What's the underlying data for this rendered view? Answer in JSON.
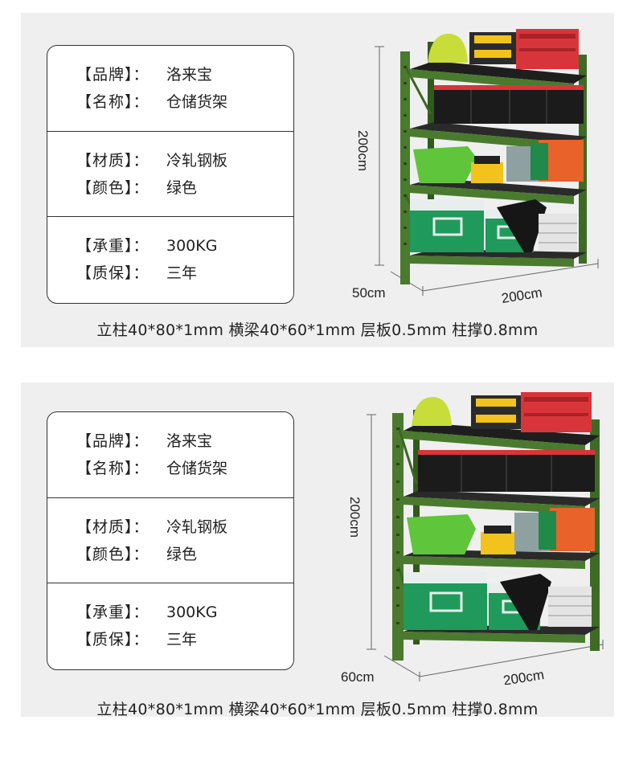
{
  "panels": [
    {
      "spec_groups": [
        {
          "rows": [
            {
              "key": "【品牌】：",
              "value": "洛来宝"
            },
            {
              "key": "【名称】：",
              "value": "仓储货架"
            }
          ]
        },
        {
          "rows": [
            {
              "key": "【材质】：",
              "value": "冷轧钢板"
            },
            {
              "key": "【颜色】：",
              "value": "绿色"
            }
          ]
        },
        {
          "rows": [
            {
              "key": "【承重】：",
              "value": "300KG"
            },
            {
              "key": "【质保】：",
              "value": "三年"
            }
          ]
        }
      ],
      "dimensions": {
        "height": "200cm",
        "depth": "50cm",
        "width": "200cm"
      },
      "footer": "立柱40*80*1mm 横梁40*60*1mm 层板0.5mm  柱撑0.8mm"
    },
    {
      "spec_groups": [
        {
          "rows": [
            {
              "key": "【品牌】：",
              "value": "洛来宝"
            },
            {
              "key": "【名称】：",
              "value": "仓储货架"
            }
          ]
        },
        {
          "rows": [
            {
              "key": "【材质】：",
              "value": "冷轧钢板"
            },
            {
              "key": "【颜色】：",
              "value": "绿色"
            }
          ]
        },
        {
          "rows": [
            {
              "key": "【承重】：",
              "value": "300KG"
            },
            {
              "key": "【质保】：",
              "value": "三年"
            }
          ]
        }
      ],
      "dimensions": {
        "height": "200cm",
        "depth": "60cm",
        "width": "200cm"
      },
      "footer": "立柱40*80*1mm 横梁40*60*1mm 层板0.5mm  柱撑0.8mm"
    }
  ],
  "colors": {
    "frame_green": "#4a7a2e",
    "frame_dark": "#2f5a1c",
    "crate_green": "#1f9a5a",
    "bin_lime": "#5fc53a",
    "box_red": "#d8353a",
    "box_yellow": "#f2c21d",
    "bin_black": "#1b1b1b",
    "box_orange": "#e8622a"
  }
}
